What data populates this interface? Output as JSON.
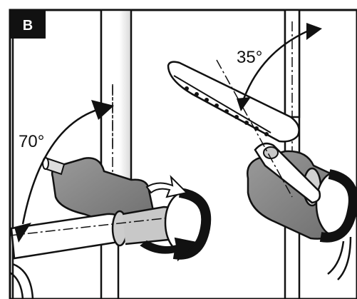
{
  "figure": {
    "badge": "B",
    "angle_left": "70°",
    "angle_right": "35°"
  },
  "colors": {
    "ink": "#111111",
    "metal_dark": "#7d7d7d",
    "metal_mid": "#a9a9a9",
    "metal_light": "#e6e6e6",
    "background": "#ffffff"
  },
  "icons": [
    "rotation-arrow-icon",
    "rotation-arrow-icon",
    "arc-arrowhead-icon"
  ]
}
